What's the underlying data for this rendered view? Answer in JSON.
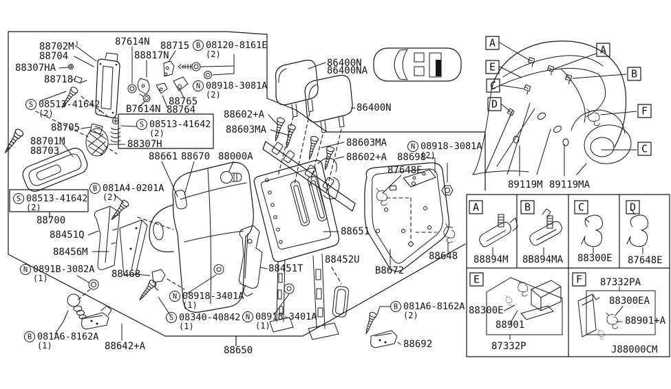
{
  "diagram_code": "J88000CM",
  "parts": [
    {
      "label": "88702M"
    },
    {
      "label": "88704"
    },
    {
      "label": "88307HA"
    },
    {
      "label": "88718"
    },
    {
      "label": "88705"
    },
    {
      "label": "88701M"
    },
    {
      "label": "88703"
    },
    {
      "label": "88700"
    },
    {
      "label": "88451Q"
    },
    {
      "label": "88456M"
    },
    {
      "label": "88468"
    },
    {
      "label": "88642+A"
    },
    {
      "label": "87614N"
    },
    {
      "label": "88817N"
    },
    {
      "label": "88715"
    },
    {
      "label": "88765"
    },
    {
      "label": "B7614N"
    },
    {
      "label": "88764"
    },
    {
      "label": "88307H"
    },
    {
      "label": "88661"
    },
    {
      "label": "88670"
    },
    {
      "label": "88000A"
    },
    {
      "label": "86400N"
    },
    {
      "label": "86400NA"
    },
    {
      "label": "86400N"
    },
    {
      "label": "88602+A"
    },
    {
      "label": "88603MA"
    },
    {
      "label": "88603MA"
    },
    {
      "label": "88602+A"
    },
    {
      "label": "88698"
    },
    {
      "label": "87648E"
    },
    {
      "label": "88651"
    },
    {
      "label": "88452U"
    },
    {
      "label": "B8672"
    },
    {
      "label": "88648"
    },
    {
      "label": "88451T"
    },
    {
      "label": "88650"
    },
    {
      "label": "88692"
    },
    {
      "label": "89119M"
    },
    {
      "label": "89119MA"
    },
    {
      "label": "88894M"
    },
    {
      "label": "8B894MA"
    },
    {
      "label": "88300E"
    },
    {
      "label": "87648E"
    },
    {
      "label": "88300E"
    },
    {
      "label": "88901"
    },
    {
      "label": "87332P"
    },
    {
      "label": "87332PA"
    },
    {
      "label": "88300EA"
    },
    {
      "label": "88901+A"
    }
  ],
  "fasteners": [
    {
      "prefix": "S",
      "code": "08513-41642",
      "qty": "(2)"
    },
    {
      "prefix": "S",
      "code": "08513-41642",
      "qty": "(2)"
    },
    {
      "prefix": "S",
      "code": "08513-41642",
      "qty": "(2)"
    },
    {
      "prefix": "S",
      "code": "08340-40842",
      "qty": "(1)"
    },
    {
      "prefix": "B",
      "code": "08120-8161E",
      "qty": "(2)"
    },
    {
      "prefix": "B",
      "code": "081A4-0201A",
      "qty": "(2)"
    },
    {
      "prefix": "B",
      "code": "081A6-8162A",
      "qty": "(1)"
    },
    {
      "prefix": "B",
      "code": "081A6-8162A",
      "qty": "(2)"
    },
    {
      "prefix": "N",
      "code": "08918-3081A",
      "qty": "(2)"
    },
    {
      "prefix": "N",
      "code": "08918-3081A",
      "qty": "(2)"
    },
    {
      "prefix": "N",
      "code": "0891B-3082A",
      "qty": "(1)"
    },
    {
      "prefix": "N",
      "code": "08918-3401A",
      "qty": "(1)"
    },
    {
      "prefix": "N",
      "code": "08918-3401A",
      "qty": "(1)"
    }
  ],
  "callouts": [
    {
      "letter": "A"
    },
    {
      "letter": "E"
    },
    {
      "letter": "C"
    },
    {
      "letter": "D"
    },
    {
      "letter": "A"
    },
    {
      "letter": "B"
    },
    {
      "letter": "F"
    },
    {
      "letter": "C"
    },
    {
      "letter": "A"
    },
    {
      "letter": "B"
    },
    {
      "letter": "C"
    },
    {
      "letter": "D"
    },
    {
      "letter": "E"
    },
    {
      "letter": "F"
    }
  ]
}
